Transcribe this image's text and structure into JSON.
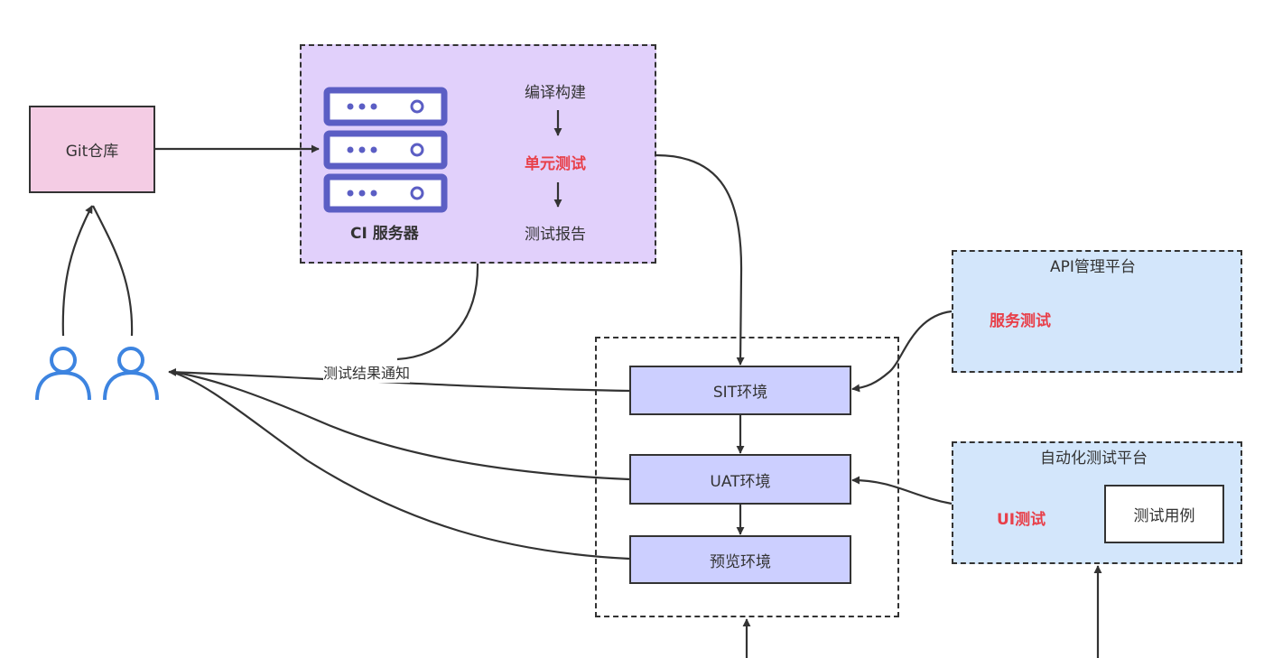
{
  "nodes": {
    "git_repo": "Git仓库",
    "ci_server": "CI 服务器",
    "build": "编译构建",
    "unit_test": "单元测试",
    "test_report": "测试报告",
    "sit": "SIT环境",
    "uat": "UAT环境",
    "preview": "预览环境",
    "api_platform": "API管理平台",
    "service_test": "服务测试",
    "auto_platform": "自动化测试平台",
    "ui_test": "UI测试",
    "test_cases": "测试用例"
  },
  "edges": {
    "notify": "测试结果通知"
  },
  "colors": {
    "git_fill": "#f4cce4",
    "ci_fill": "#e1d0fb",
    "env_fill": "#cccfff",
    "platform_fill": "#d3e6fb",
    "highlight_text": "#e8404a",
    "server_icon": "#5b5ec4",
    "user_icon": "#3d84e0"
  },
  "icons": [
    "server-icon",
    "user-icon"
  ]
}
